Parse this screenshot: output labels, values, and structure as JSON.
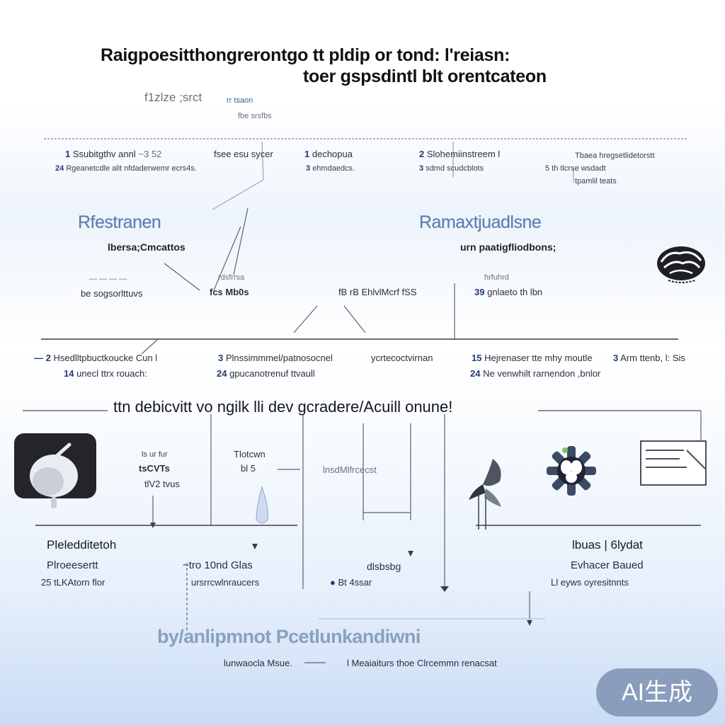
{
  "header": {
    "title_line1": "Raigpoesitthongrerontgo tt pldip or tond: l'reiasn:",
    "title_line2": "toer gspsdintl blt orentcateon",
    "sub_a": "f1zlze ;srct",
    "sub_b": "rr tsaon",
    "sub_c": "fbe srsfbs"
  },
  "row1": [
    {
      "num": "1",
      "text": "Ssubitgthv annl",
      "extra": "~3 52"
    },
    {
      "num": "24",
      "text": "Rgeanetcdle alit nfdaderwemr ecrs4s."
    },
    {
      "text": "fsee esu sycer"
    },
    {
      "num": "1",
      "text": "dechopua"
    },
    {
      "num": "3",
      "text": "ehmdaedcs."
    },
    {
      "num": "2",
      "text": "Slohemiinstreem l"
    },
    {
      "num": "3",
      "text": "sdmd scudcblots"
    },
    {
      "text": "Tbaea hregsetlidetorstt"
    },
    {
      "text": "5 th tlcrse wsdadt"
    },
    {
      "text": "tpamlil teats"
    }
  ],
  "sections": {
    "left_title": "Rfestranen",
    "left_sub": "lbersa;Cmcattos",
    "right_title": "Ramaxtjuadlsne",
    "right_sub": "urn paatigfliodbons;"
  },
  "row2": [
    {
      "text": "be sogsorlttuvs"
    },
    {
      "text": "fcs Mb0s"
    },
    {
      "text": "rdsfrrsa"
    },
    {
      "text": "fB rB EhlvlMcrf fSS"
    },
    {
      "text": "hrfuhrd"
    },
    {
      "num": "39",
      "text": "gnlaeto th lbn"
    }
  ],
  "row3": [
    {
      "num": "2",
      "text": "Hsedlltpbuctkoucke Cun l"
    },
    {
      "num": "14",
      "text": "unecl ttrx rouach:"
    },
    {
      "num": "3",
      "text": "Plnssimmmel/patnosocnel"
    },
    {
      "num": "24",
      "text": "gpucanotrenuf ttvaull"
    },
    {
      "text": "ycrtecoctvirnan"
    },
    {
      "num": "15",
      "text": "Hejrenaser tte mhy moutle"
    },
    {
      "num": "24",
      "text": "Ne venwhilt rarnendon ,bnlor"
    },
    {
      "num": "3",
      "text": "Arm ttenb, l: Sis"
    }
  ],
  "mid_title": "ttn debicvitt vo ngilk lli dev gcradere/Acuill onune!",
  "lower_labels": {
    "a1": "ls ur fur",
    "a2": "tsCVTs",
    "a3": "tlV2 tvus",
    "b1": "Tlotcwn",
    "b2": "bl 5",
    "c1": "lnsdMlfrcecst"
  },
  "bottom_left": {
    "title": "Pleledditetoh",
    "sub": "Plroeesertt",
    "detail": "25 tLKAtorn flor"
  },
  "bottom_mid": {
    "title": "~tro 10nd Glas",
    "detail": "ursrrcwlnraucers",
    "c_title": "dlsbsbg",
    "c_detail": "Bt 4ssar"
  },
  "bottom_right": {
    "title_a": "lbuas",
    "title_b": "6lydat",
    "sub": "Evhacer Baued",
    "detail": "Ll eyws oyresitnnts"
  },
  "footer": {
    "title": "by/anlipmnot Pcetlunkandiwni",
    "caption_a": "lunwaocla Msue.",
    "caption_b": "l Meaiaiturs thoe Clrcemmn renacsat"
  },
  "badge": "AI生成",
  "colors": {
    "accent": "#5b7fae",
    "badge": "#6e82a5",
    "line": "#3b3f48"
  },
  "icons": [
    "mouse-icon",
    "brain-icon",
    "device-icon",
    "water-drop-icon",
    "bird-icon",
    "gear-flower-icon",
    "monitor-icon"
  ]
}
